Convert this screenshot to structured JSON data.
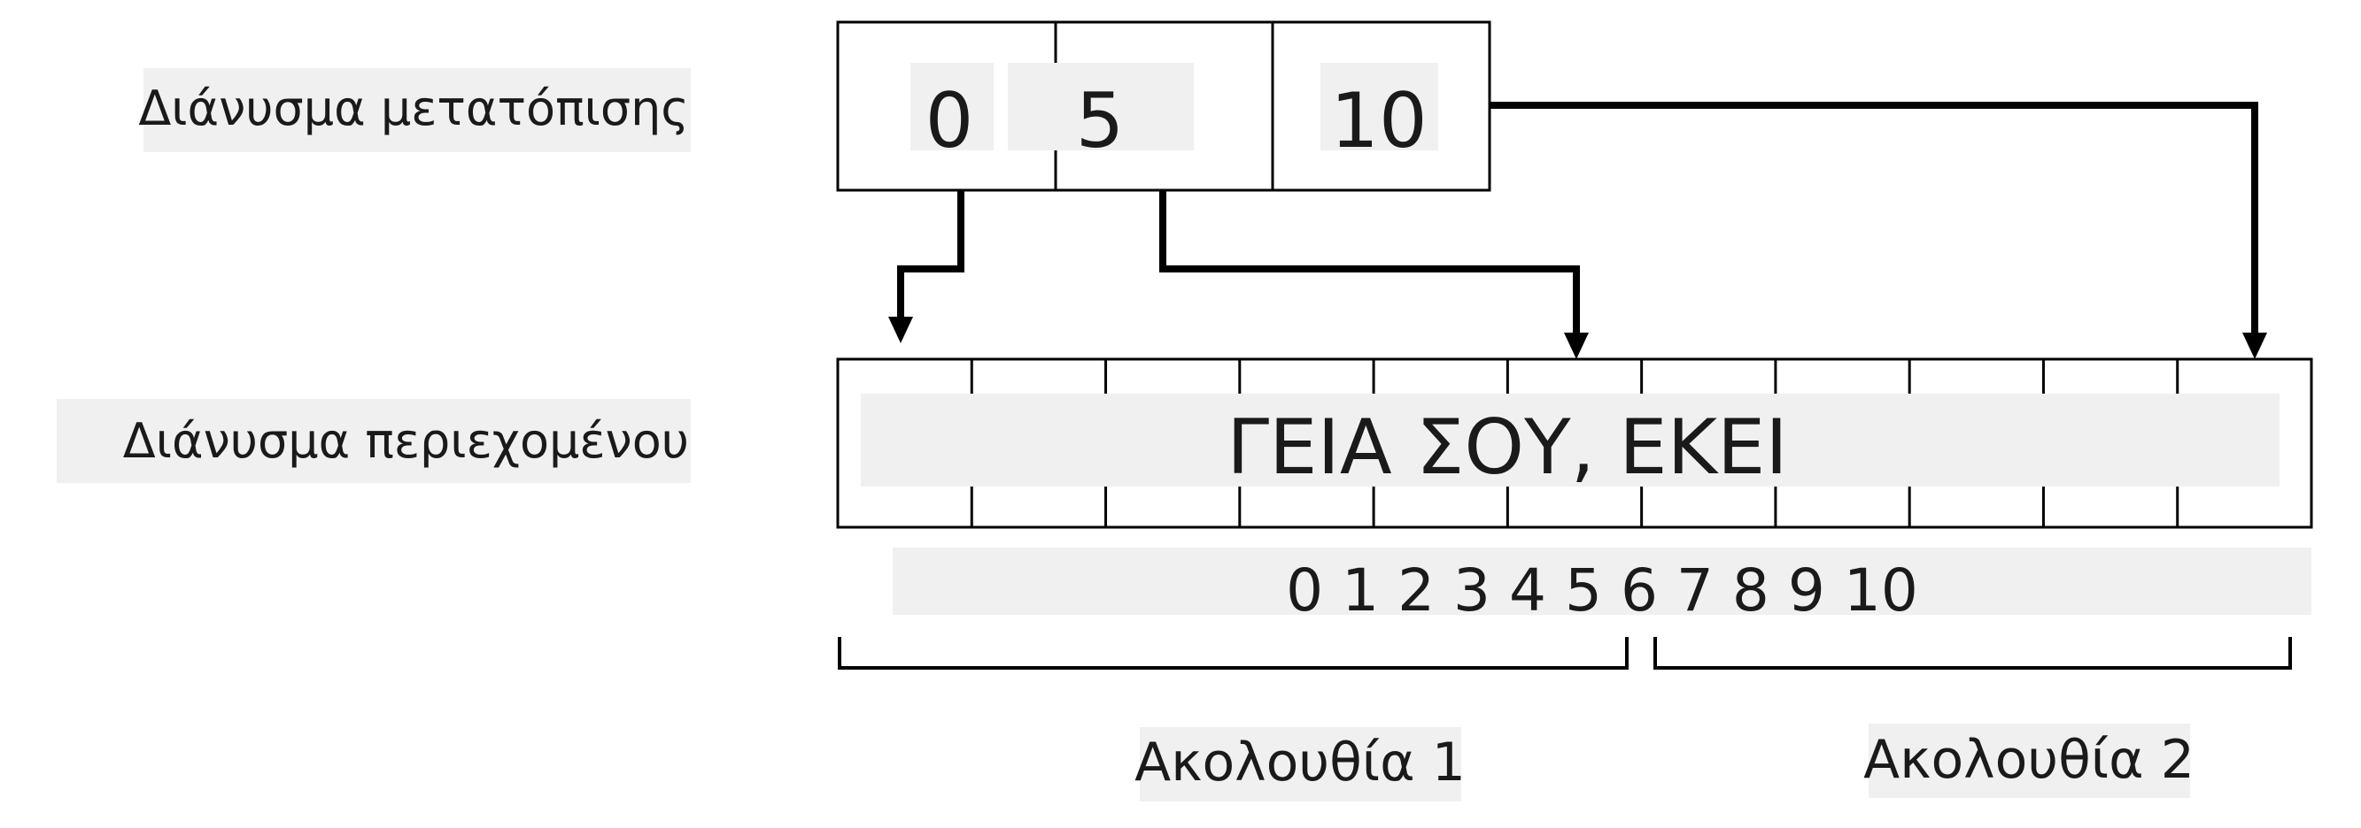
{
  "offset_label": "Διάνυσμα μετατόπισης",
  "content_label": "Διάνυσμα περιεχομένου",
  "offsets": [
    "0",
    "5",
    "10"
  ],
  "content_text": "ΓΕΙΑ ΣΟΥ, ΕΚΕΙ",
  "indices": "0 1 2 3 4 5 6 7 8 9 10",
  "sequence_1": "Ακολουθία 1",
  "sequence_2": "Ακολουθία 2",
  "colors": {
    "stroke": "#000000",
    "highlight": "#f0f0f0",
    "text": "#1a1a1a"
  }
}
